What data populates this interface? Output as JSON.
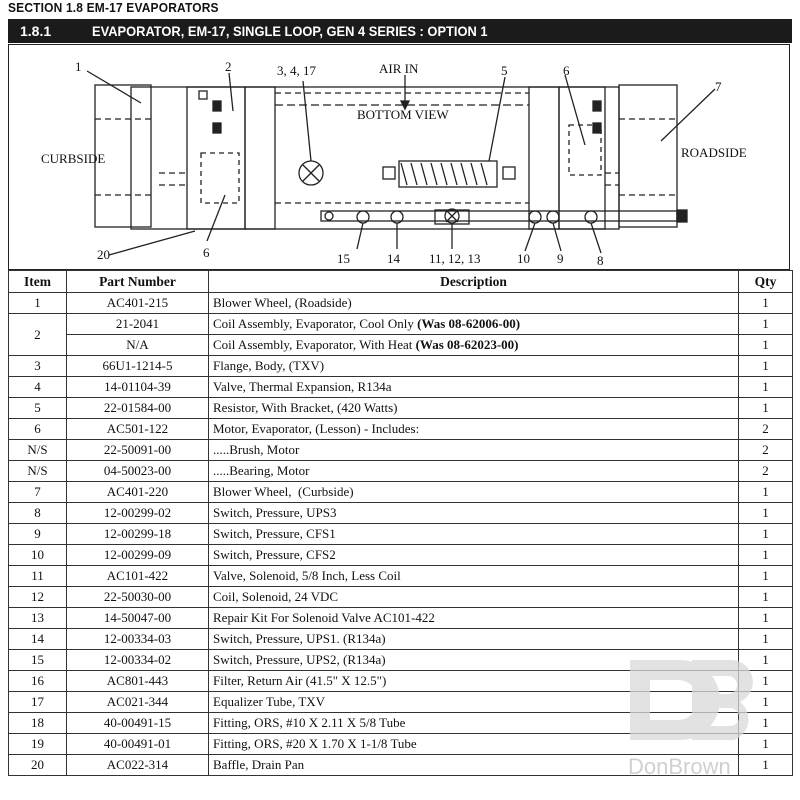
{
  "section_title": "SECTION 1.8 EM-17 EVAPORATORS",
  "subsection": {
    "number": "1.8.1",
    "title": "EVAPORATOR, EM-17, SINGLE LOOP, GEN 4 SERIES : OPTION 1"
  },
  "diagram": {
    "labels": {
      "curbside": "CURBSIDE",
      "roadside": "ROADSIDE",
      "air_in": "AIR  IN",
      "bottom_view": "BOTTOM VIEW",
      "c1": "1",
      "c2": "2",
      "c3": "3, 4, 17",
      "c5": "5",
      "c6a": "6",
      "c6b": "6",
      "c7": "7",
      "c8": "8",
      "c9": "9",
      "c10": "10",
      "c11": "11, 12, 13",
      "c14": "14",
      "c15": "15",
      "c20": "20"
    }
  },
  "table": {
    "headers": {
      "item": "Item",
      "part": "Part Number",
      "desc": "Description",
      "qty": "Qty"
    },
    "rows": [
      {
        "item": "1",
        "part": "AC401-215",
        "desc": "Blower Wheel, (Roadside)",
        "qty": "1"
      },
      {
        "item": "2",
        "part": "21-2041",
        "desc": "Coil Assembly, Evaporator, Cool Only ",
        "desc_bold": "(Was 08-62006-00)",
        "qty": "1"
      },
      {
        "item": "",
        "part": "N/A",
        "desc": "Coil Assembly, Evaporator, With Heat ",
        "desc_bold": "(Was 08-62023-00)",
        "qty": "1"
      },
      {
        "item": "3",
        "part": "66U1-1214-5",
        "desc": "Flange, Body, (TXV)",
        "qty": "1"
      },
      {
        "item": "4",
        "part": "14-01104-39",
        "desc": "Valve, Thermal Expansion, R134a",
        "qty": "1"
      },
      {
        "item": "5",
        "part": "22-01584-00",
        "desc": "Resistor, With Bracket, (420 Watts)",
        "qty": "1"
      },
      {
        "item": "6",
        "part": "AC501-122",
        "desc": "Motor, Evaporator, (Lesson) - Includes:",
        "qty": "2"
      },
      {
        "item": "N/S",
        "part": "22-50091-00",
        "desc": ".....Brush, Motor",
        "qty": "2"
      },
      {
        "item": "N/S",
        "part": "04-50023-00",
        "desc": ".....Bearing, Motor",
        "qty": "2"
      },
      {
        "item": "7",
        "part": "AC401-220",
        "desc": "Blower Wheel,  (Curbside)",
        "qty": "1"
      },
      {
        "item": "8",
        "part": "12-00299-02",
        "desc": "Switch, Pressure, UPS3",
        "qty": "1"
      },
      {
        "item": "9",
        "part": "12-00299-18",
        "desc": "Switch, Pressure, CFS1",
        "qty": "1"
      },
      {
        "item": "10",
        "part": "12-00299-09",
        "desc": "Switch, Pressure, CFS2",
        "qty": "1"
      },
      {
        "item": "11",
        "part": "AC101-422",
        "desc": "Valve, Solenoid, 5/8 Inch, Less Coil",
        "qty": "1"
      },
      {
        "item": "12",
        "part": "22-50030-00",
        "desc": "Coil, Solenoid, 24 VDC",
        "qty": "1"
      },
      {
        "item": "13",
        "part": "14-50047-00",
        "desc": "Repair Kit For Solenoid Valve AC101-422",
        "qty": "1"
      },
      {
        "item": "14",
        "part": "12-00334-03",
        "desc": "Switch, Pressure, UPS1. (R134a)",
        "qty": "1"
      },
      {
        "item": "15",
        "part": "12-00334-02",
        "desc": "Switch, Pressure, UPS2, (R134a)",
        "qty": "1"
      },
      {
        "item": "16",
        "part": "AC801-443",
        "desc": "Filter, Return Air (41.5\" X 12.5\")",
        "qty": "1"
      },
      {
        "item": "17",
        "part": "AC021-344",
        "desc": "Equalizer Tube, TXV",
        "qty": "1"
      },
      {
        "item": "18",
        "part": "40-00491-15",
        "desc": "Fitting, ORS, #10 X 2.11 X 5/8 Tube",
        "qty": "1"
      },
      {
        "item": "19",
        "part": "40-00491-01",
        "desc": "Fitting, ORS, #20 X 1.70 X 1-1/8 Tube",
        "qty": "1"
      },
      {
        "item": "20",
        "part": "AC022-314",
        "desc": "Baffle, Drain Pan",
        "qty": "1"
      }
    ]
  },
  "watermark": {
    "brand": "DonBrown"
  },
  "colors": {
    "header_bar": "#1b1b1b",
    "watermark": "#d9d9d9"
  }
}
